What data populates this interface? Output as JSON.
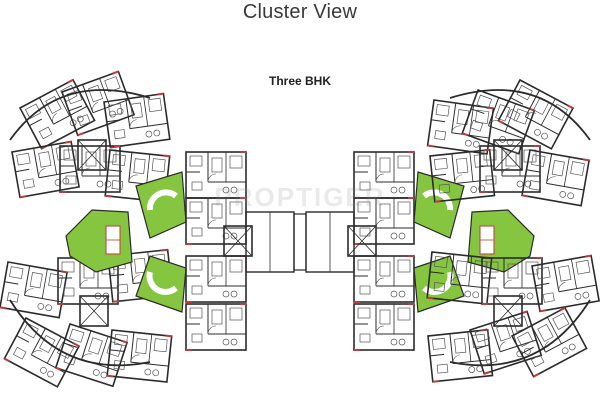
{
  "header": {
    "title": "Cluster View"
  },
  "plan": {
    "subtitle": "Three BHK",
    "watermark": "PROPTIGER",
    "colors": {
      "green": "#86c540",
      "line": "#2b2b2b",
      "accent": "#c23a3a",
      "furniture": "#555555"
    }
  }
}
